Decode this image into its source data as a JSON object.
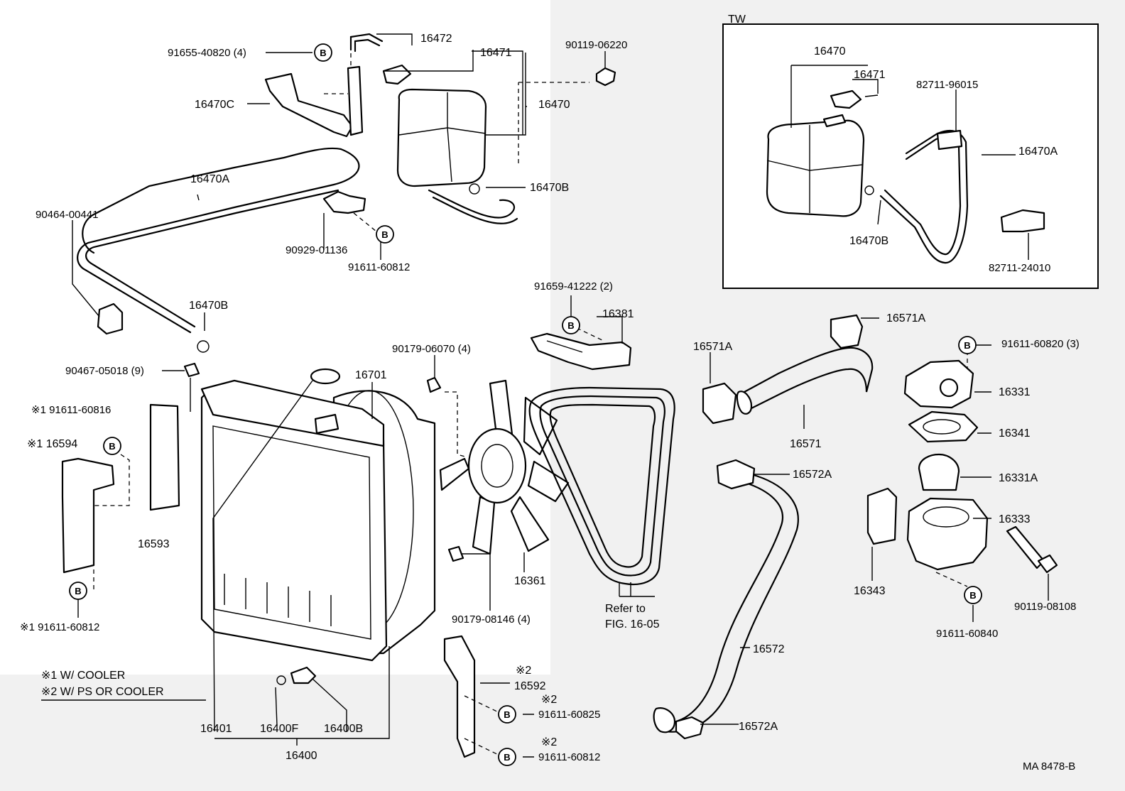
{
  "inset_title": "TW",
  "bolt_marker": "B",
  "labels": {
    "p91655_40820": "91655-40820 (4)",
    "p16472": "16472",
    "p16471": "16471",
    "p16470C": "16470C",
    "p16470_top": "16470",
    "p90119_06220": "90119-06220",
    "p16470A_main": "16470A",
    "p90464_00441": "90464-00441",
    "p16470B_top": "16470B",
    "p90929_01136": "90929-01136",
    "p91611_60812_top": "91611-60812",
    "p16470B_mid": "16470B",
    "p16470_tw": "16470",
    "p16471_tw": "16471",
    "p82711_96015": "82711-96015",
    "p16470A_tw": "16470A",
    "p16470B_tw": "16470B",
    "p82711_24010": "82711-24010",
    "p91659_41222": "91659-41222 (2)",
    "p16381": "16381",
    "p16571A_top": "16571A",
    "p16571A_left": "16571A",
    "p91611_60820": "91611-60820 (3)",
    "p16331": "16331",
    "p16341": "16341",
    "p16571": "16571",
    "p16572A_top": "16572A",
    "p16331A": "16331A",
    "p16333": "16333",
    "p16343": "16343",
    "p90119_08108": "90119-08108",
    "p91611_60840": "91611-60840",
    "p90179_06070": "90179-06070 (4)",
    "p90467_05018": "90467-05018 (9)",
    "p16701": "16701",
    "p91611_60816": "※1 91611-60816",
    "p16594": "※1 16594",
    "p16593": "16593",
    "p16361": "16361",
    "refer_to": "Refer to",
    "fig_ref": "FIG. 16-05",
    "p90179_08146": "90179-08146 (4)",
    "p91611_60812_left": "※1 91611-60812",
    "p16572": "16572",
    "note_1": "※1 W/ COOLER",
    "note_2": "※2 W/ PS OR COOLER",
    "p16592_mark": "※2",
    "p16592": "16592",
    "p91611_60825_mark": "※2",
    "p91611_60825": "91611-60825",
    "p91611_60812_bot_mark": "※2",
    "p91611_60812_bot": "91611-60812",
    "p16401": "16401",
    "p16400F": "16400F",
    "p16400B": "16400B",
    "p16400": "16400",
    "p16572A_bot": "16572A",
    "drawing_code": "MA 8478-B"
  }
}
